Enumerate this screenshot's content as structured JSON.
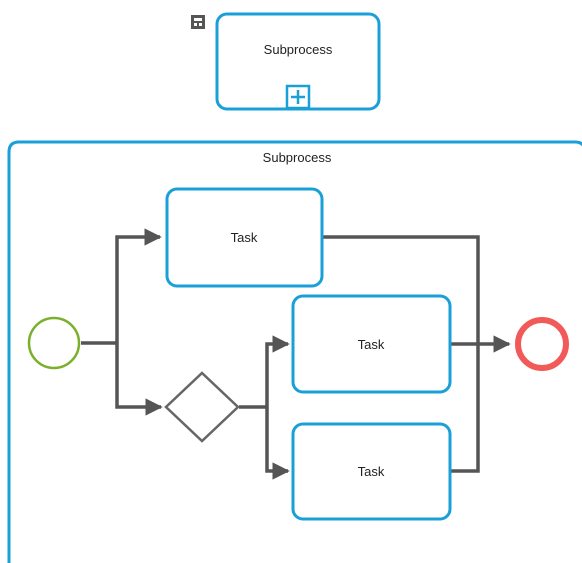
{
  "diagram": {
    "collapsed_subprocess": {
      "label": "Subprocess",
      "expand_marker": "plus-icon"
    },
    "expanded_subprocess": {
      "label": "Subprocess"
    },
    "tasks": [
      {
        "label": "Task"
      },
      {
        "label": "Task"
      },
      {
        "label": "Task"
      }
    ],
    "start_event": {
      "icon": "start-event-circle"
    },
    "end_event": {
      "icon": "end-event-circle"
    },
    "gateway": {
      "icon": "exclusive-gateway-diamond"
    },
    "colors": {
      "shape_border": "#1aa0d8",
      "connector": "#555555",
      "start_event": "#7ab02c",
      "end_event": "#f25a5a",
      "gateway": "#666666",
      "type_icon": "#555555"
    }
  }
}
